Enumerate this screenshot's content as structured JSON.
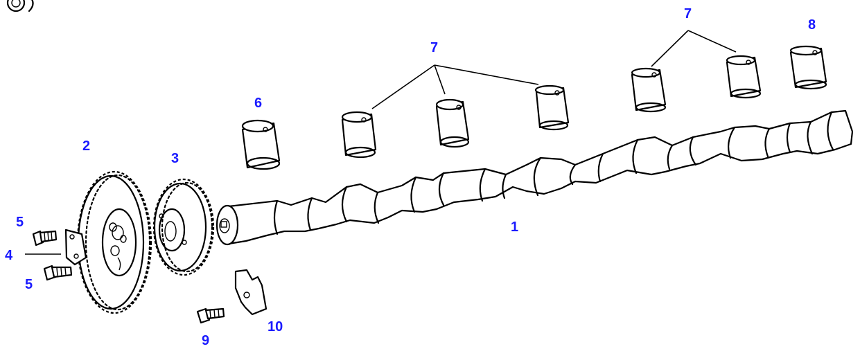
{
  "callouts": {
    "camshaft": "1",
    "camshaft_gear": "2",
    "pump_drive_gear": "3",
    "plate": "4",
    "screw_upper": "5",
    "screw_lower": "5",
    "front_bushing": "6",
    "bushings_group_a": "7",
    "bushings_group_b": "7",
    "rear_bushing": "8",
    "thrust_screw": "9",
    "thrust_plate": "10"
  },
  "colors": {
    "callout": "#1a1aff",
    "line": "#000000"
  }
}
